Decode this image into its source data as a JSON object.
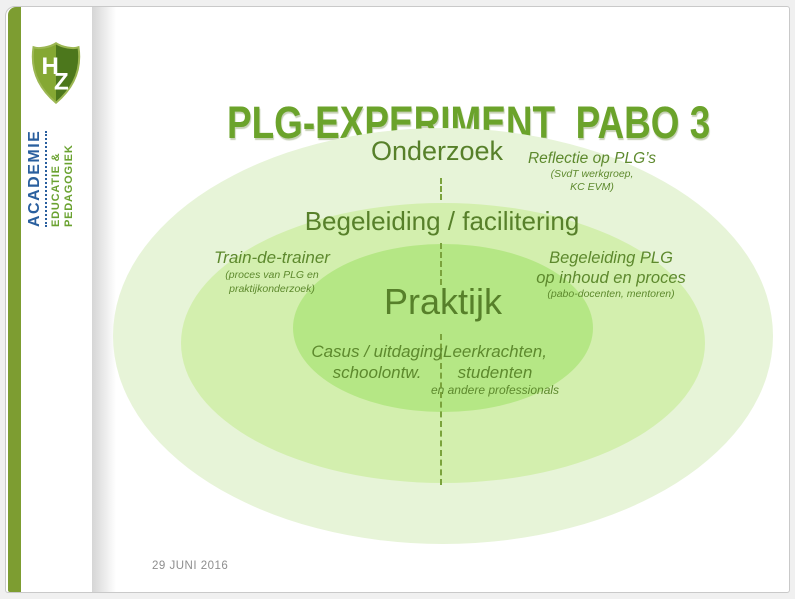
{
  "slide": {
    "title": "PLG-EXPERIMENT  PABO 3",
    "date": "29 JUNI 2016"
  },
  "logo": {
    "monogram": "HZ",
    "org": "ACADEMIE",
    "dept_line1": "EDUCATIE &",
    "dept_line2": "PEDAGOGIEK"
  },
  "diagram": {
    "outer_ring": {
      "label": "Onderzoek",
      "annotation": {
        "title": "Reflectie op PLG’s",
        "sub1": "(SvdT werkgroep,",
        "sub2": "KC EVM)"
      }
    },
    "middle_ring": {
      "label": "Begeleiding / facilitering",
      "left_annotation": {
        "title": "Train-de-trainer",
        "sub1": "(proces van PLG en",
        "sub2": "praktijkonderzoek)"
      },
      "right_annotation": {
        "line1": "Begeleiding PLG",
        "line2": "op inhoud en proces",
        "sub": "(pabo-docenten, mentoren)"
      }
    },
    "inner_ring": {
      "label": "Praktijk",
      "left_annotation": {
        "line1": "Casus / uitdaging",
        "line2": "schoolontw."
      },
      "right_annotation": {
        "line1": "Leerkrachten,",
        "line2": "studenten",
        "sub": "en andere professionals"
      }
    },
    "colors": {
      "outer_fill": "#e7f4d8",
      "middle_fill": "#d3efae",
      "inner_fill": "#b5e785",
      "dash_line": "#7ba33c",
      "ring_label_text": "#57802a",
      "annotation_text": "#5d892d",
      "title_text": "#6ba32b",
      "sidebar_bar": "#7d9d31",
      "logo_blue": "#2a5f9e",
      "logo_green": "#6aa230"
    }
  }
}
